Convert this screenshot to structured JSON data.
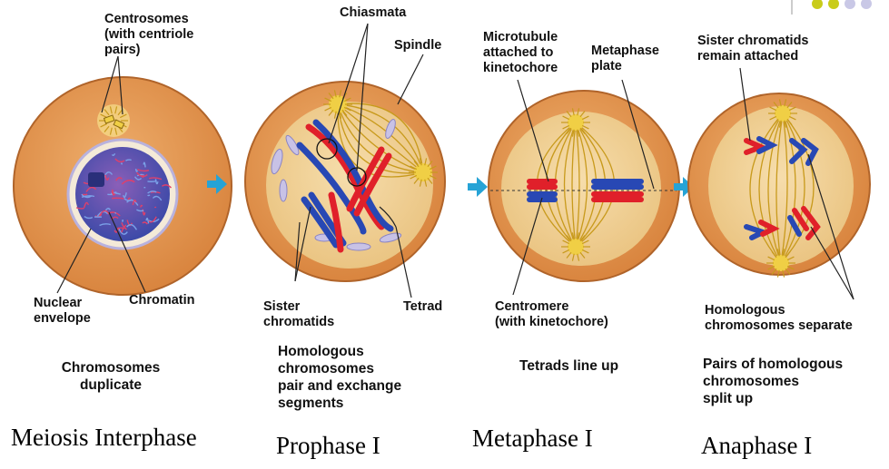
{
  "colors": {
    "cell": "#e59b55",
    "cell_edge": "#b0642a",
    "nucleus_zone": "#f2d79e",
    "spindle": "#c89a1c",
    "centrosome": "#f0cf45",
    "chrom_red": "#e0202a",
    "chrom_blue": "#2848b4",
    "arrow": "#26a3d6",
    "envelope": "#b9b2dd",
    "chromatin_bg": "#4a4fb8",
    "deco_olive": "#c9cc1a",
    "deco_lilac": "#c9c8e6"
  },
  "panels": [
    {
      "id": "interphase",
      "labels": {
        "centrosomes": "Centrosomes\n(with centriole\npairs)",
        "nuclear_envelope": "Nuclear\nenvelope",
        "chromatin": "Chromatin"
      },
      "caption": "Chromosomes\nduplicate",
      "title": "Meiosis Interphase"
    },
    {
      "id": "prophase",
      "labels": {
        "chiasmata": "Chiasmata",
        "spindle": "Spindle",
        "sister_chromatids": "Sister\nchromatids",
        "tetrad": "Tetrad"
      },
      "caption": "Homologous\nchromosomes\npair and exchange\nsegments",
      "title": "Prophase I"
    },
    {
      "id": "metaphase",
      "labels": {
        "microtubule": "Microtubule\nattached to\nkinetochore",
        "metaphase_plate": "Metaphase\nplate",
        "centromere": "Centromere\n(with kinetochore)"
      },
      "caption": "Tetrads line up",
      "title": "Metaphase I"
    },
    {
      "id": "anaphase",
      "labels": {
        "sister_attached": "Sister chromatids\nremain attached",
        "homologous_separate": "Homologous\nchromosomes separate"
      },
      "caption": "Pairs of homologous\nchromosomes\nsplit up",
      "title": "Anaphase I"
    }
  ]
}
